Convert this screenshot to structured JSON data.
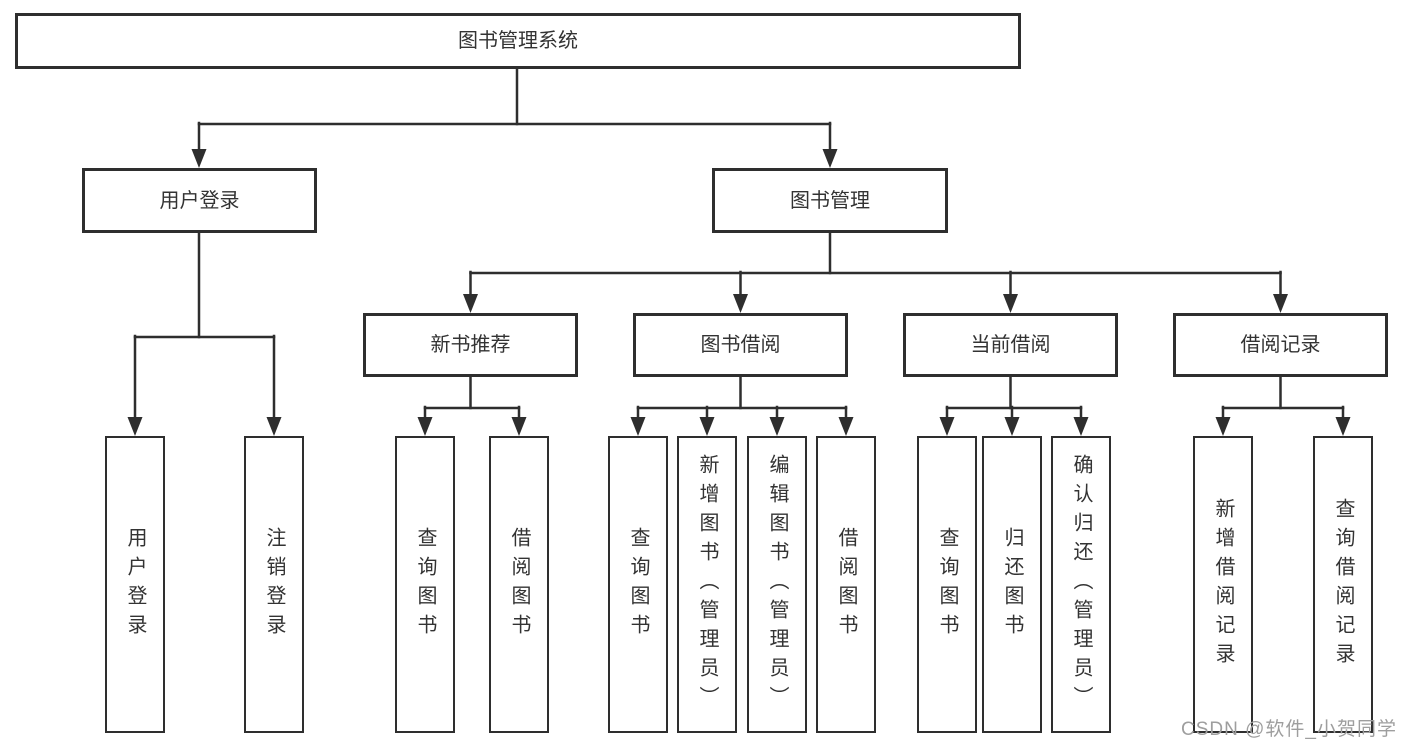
{
  "diagram_type": "hierarchy-tree",
  "colors": {
    "line": "#2e2e2e",
    "text": "#333333",
    "background": "#ffffff",
    "watermark": "#9e9e9e"
  },
  "tree": {
    "root": {
      "label": "图书管理系统"
    },
    "branches": [
      {
        "label": "用户登录",
        "children": [
          {
            "label": "用户登录"
          },
          {
            "label": "注销登录"
          }
        ]
      },
      {
        "label": "图书管理",
        "children": [
          {
            "label": "新书推荐",
            "children": [
              {
                "label": "查询图书"
              },
              {
                "label": "借阅图书"
              }
            ]
          },
          {
            "label": "图书借阅",
            "children": [
              {
                "label": "查询图书"
              },
              {
                "label": "新增图书（管理员）"
              },
              {
                "label": "编辑图书（管理员）"
              },
              {
                "label": "借阅图书"
              }
            ]
          },
          {
            "label": "当前借阅",
            "children": [
              {
                "label": "查询图书"
              },
              {
                "label": "归还图书"
              },
              {
                "label": "确认归还（管理员）"
              }
            ]
          },
          {
            "label": "借阅记录",
            "children": [
              {
                "label": "新增借阅记录"
              },
              {
                "label": "查询借阅记录"
              }
            ]
          }
        ]
      }
    ]
  },
  "watermark": {
    "text": "CSDN @软件_小贺同学"
  }
}
